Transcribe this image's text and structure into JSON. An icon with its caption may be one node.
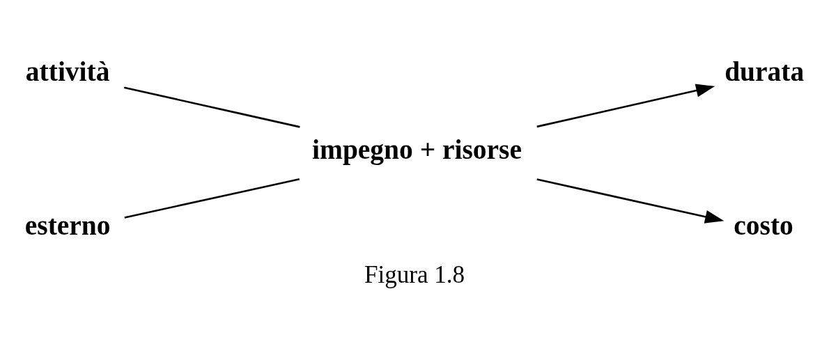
{
  "diagram": {
    "caption": "Figura 1.8",
    "nodes": [
      {
        "text": [
          "attività"
        ]
      },
      {
        "text": [
          "esterno"
        ]
      },
      {
        "text": [
          "impegno + risorse"
        ]
      },
      {
        "text": [
          "durata"
        ]
      },
      {
        "text": [
          "costo"
        ]
      }
    ],
    "edges": [
      {
        "from": 0,
        "to": 2,
        "arrow": "none"
      },
      {
        "from": 1,
        "to": 2,
        "arrow": "none"
      },
      {
        "from": 2,
        "to": 3,
        "arrow": "to"
      },
      {
        "from": 2,
        "to": 4,
        "arrow": "to"
      }
    ]
  }
}
